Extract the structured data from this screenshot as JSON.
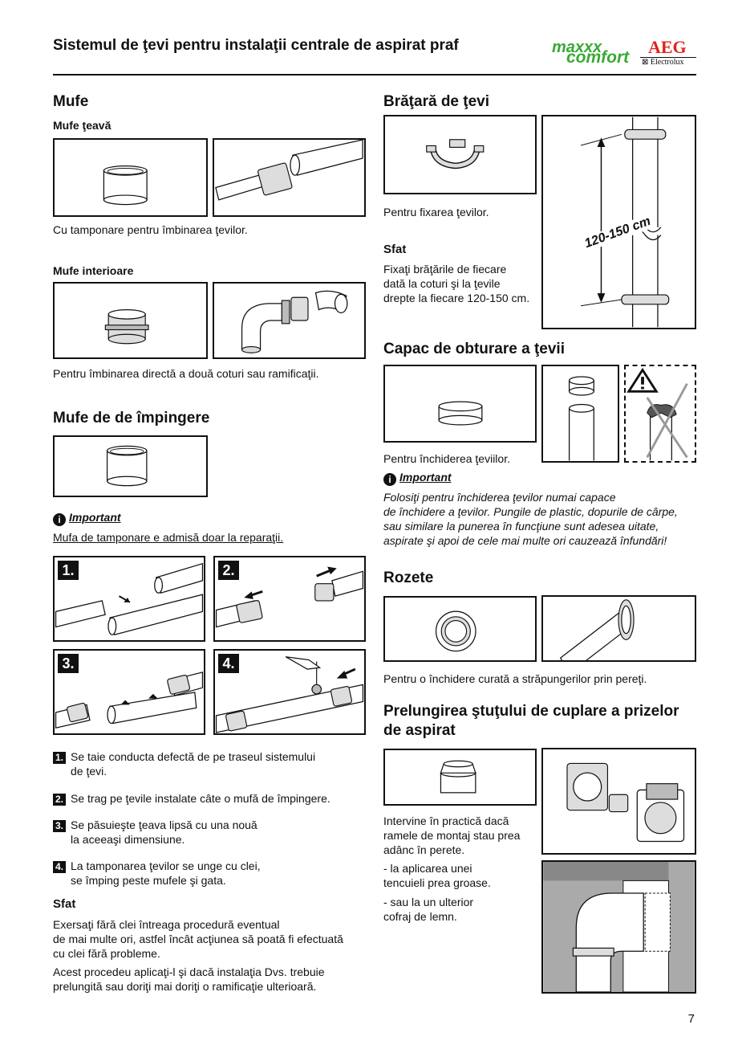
{
  "header": {
    "title": "Sistemul de ţevi pentru instalaţii centrale de aspirat praf",
    "brand_maxxx": "maxxx",
    "brand_comfort": "comfort",
    "brand_aeg": "AEG",
    "brand_electrolux": "Electrolux"
  },
  "left": {
    "mufe_heading": "Mufe",
    "mufe_teava_sub": "Mufe ţeavă",
    "mufe_teava_desc": "Cu tamponare pentru îmbinarea ţevilor.",
    "mufe_int_sub": "Mufe interioare",
    "mufe_int_desc": "Pentru îmbinarea directă a două coturi sau ramificaţii.",
    "mufe_imp_heading": "Mufe de de împingere",
    "important_label": "Important",
    "important_text": "Mufa de tamponare e admisă doar la reparaţii.",
    "step_tags": [
      "1.",
      "2.",
      "3.",
      "4."
    ],
    "steps": [
      {
        "num": "1.",
        "line1": "Se taie conducta defectă de pe traseul sistemului",
        "line2": "de ţevi."
      },
      {
        "num": "2.",
        "line1": "Se trag pe ţevile instalate câte o mufă de împingere.",
        "line2": ""
      },
      {
        "num": "3.",
        "line1": "Se păsuieşte ţeava lipsă cu una nouă",
        "line2": "la aceeaşi dimensiune."
      },
      {
        "num": "4.",
        "line1": "La tamponarea ţevilor se unge cu clei,",
        "line2": "se împing peste mufele şi gata."
      }
    ],
    "sfat_label": "Sfat",
    "sfat_p1_l1": "Exersaţi fără clei întreaga procedură eventual",
    "sfat_p1_l2": "de mai multe ori, astfel încât acţiunea să poată fi efectuată",
    "sfat_p1_l3": "cu clei fără probleme.",
    "sfat_p2_l1": "Acest procedeu aplicaţi-l şi dacă instalaţia Dvs. trebuie",
    "sfat_p2_l2": "prelungită sau doriţi mai doriţi o ramificaţie ulterioară."
  },
  "right": {
    "bratara_heading": "Brăţară de ţevi",
    "bratara_desc": "Pentru fixarea ţevilor.",
    "sfat_label": "Sfat",
    "bratara_sfat_l1": "Fixaţi brăţările de fiecare",
    "bratara_sfat_l2": "dată la coturi şi la ţevile",
    "bratara_sfat_l3": "drepte la fiecare 120-150 cm.",
    "distance_label": "120-150 cm",
    "capac_heading": "Capac de obturare a ţevii",
    "capac_desc": "Pentru închiderea ţeviilor.",
    "important_label": "Important",
    "capac_imp_l1": "Folosiţi pentru închiderea ţevilor numai capace",
    "capac_imp_l2": "de închidere a ţevilor. Pungile de plastic, dopurile de cârpe,",
    "capac_imp_l3": "sau similare la punerea în funcţiune sunt adesea uitate,",
    "capac_imp_l4": "aspirate şi apoi de cele mai multe ori cauzează înfundări!",
    "rozete_heading": "Rozete",
    "rozete_desc": "Pentru o închidere curată a străpungerilor prin pereţi.",
    "prel_heading_l1": "Prelungirea ştuţului de cuplare a prizelor",
    "prel_heading_l2": "de aspirat",
    "prel_l1": "Intervine în practică dacă",
    "prel_l2": "ramele de montaj stau prea",
    "prel_l3": "adânc în perete.",
    "prel_l4": "- la aplicarea unei",
    "prel_l5": "tencuieli prea groase.",
    "prel_l6": "- sau la un ulterior",
    "prel_l7": "cofraj de lemn."
  },
  "page_number": "7",
  "colors": {
    "brand_green": "#3aa935",
    "brand_red": "#e2231a",
    "ink": "#111111"
  }
}
